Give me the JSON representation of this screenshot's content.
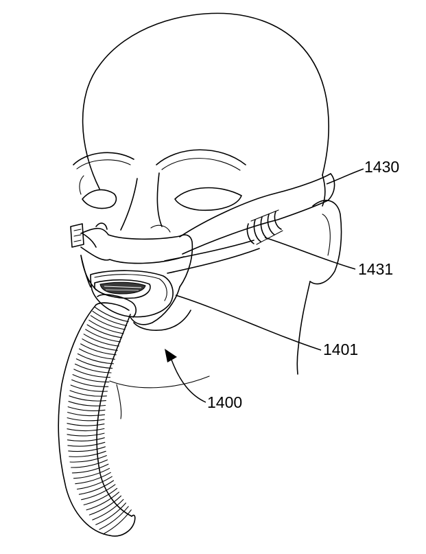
{
  "figure": {
    "labels": {
      "headgear": "1430",
      "strap_adjuster": "1431",
      "cushion": "1401",
      "mask_system": "1400"
    }
  }
}
